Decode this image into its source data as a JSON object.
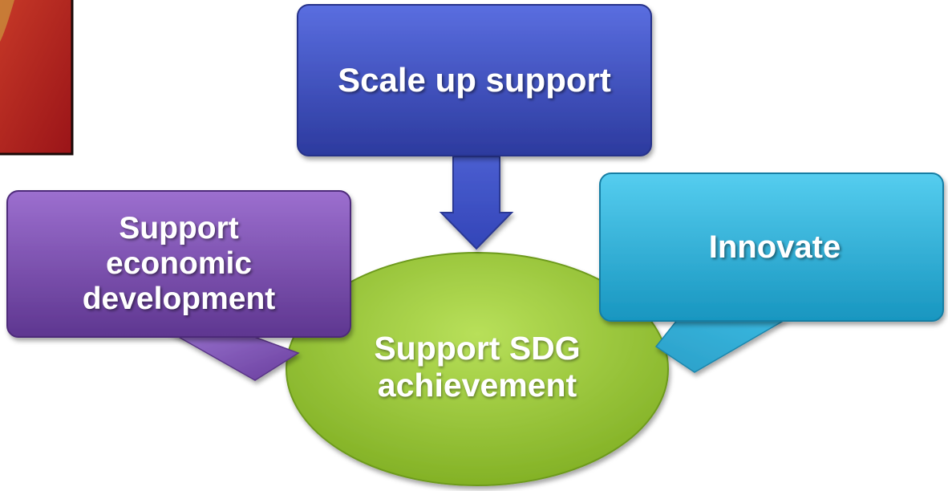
{
  "diagram": {
    "top_box": {
      "label": "Scale up support",
      "color": "#3f52c4"
    },
    "left_box": {
      "lines": [
        "Support",
        "economic",
        "development"
      ],
      "color": "#7e50b0"
    },
    "right_box": {
      "label": "Innovate",
      "color": "#2bb0d8"
    },
    "center": {
      "lines": [
        "Support SDG",
        "achievement"
      ],
      "color": "#9cc93a"
    },
    "corner_image": {
      "color": "#b0221e"
    }
  }
}
